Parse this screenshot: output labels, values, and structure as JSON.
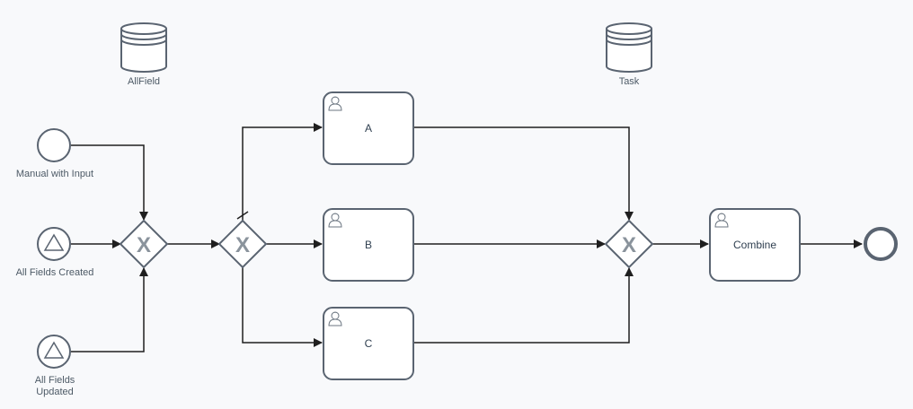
{
  "diagram": {
    "type": "bpmn-process",
    "colors": {
      "background": "#f8f9fb",
      "stroke": "#5a6471",
      "fill": "#ffffff",
      "label": "#4d5a66",
      "gateway_marker": "#8a939c"
    },
    "data_stores": [
      {
        "id": "allfield",
        "label": "AllField",
        "icon": "database-icon"
      },
      {
        "id": "task",
        "label": "Task",
        "icon": "database-icon"
      }
    ],
    "events": [
      {
        "id": "manual",
        "kind": "start",
        "label": "Manual with Input",
        "icon": "start-event-icon"
      },
      {
        "id": "created",
        "kind": "start-signal",
        "label": "All Fields Created",
        "icon": "signal-icon"
      },
      {
        "id": "updated",
        "kind": "start-signal",
        "label_line1": "All Fields",
        "label_line2": "Updated",
        "icon": "signal-icon"
      },
      {
        "id": "end",
        "kind": "end",
        "label": "",
        "icon": "end-event-icon"
      }
    ],
    "gateways": [
      {
        "id": "merge",
        "kind": "exclusive",
        "marker": "X"
      },
      {
        "id": "split",
        "kind": "exclusive",
        "marker": "X",
        "default_flow": true
      },
      {
        "id": "join",
        "kind": "exclusive",
        "marker": "X"
      }
    ],
    "tasks": [
      {
        "id": "a",
        "label": "A",
        "kind": "user-task",
        "icon": "user-icon"
      },
      {
        "id": "b",
        "label": "B",
        "kind": "user-task",
        "icon": "user-icon"
      },
      {
        "id": "c",
        "label": "C",
        "kind": "user-task",
        "icon": "user-icon"
      },
      {
        "id": "combine",
        "label": "Combine",
        "kind": "user-task",
        "icon": "user-icon"
      }
    ]
  }
}
